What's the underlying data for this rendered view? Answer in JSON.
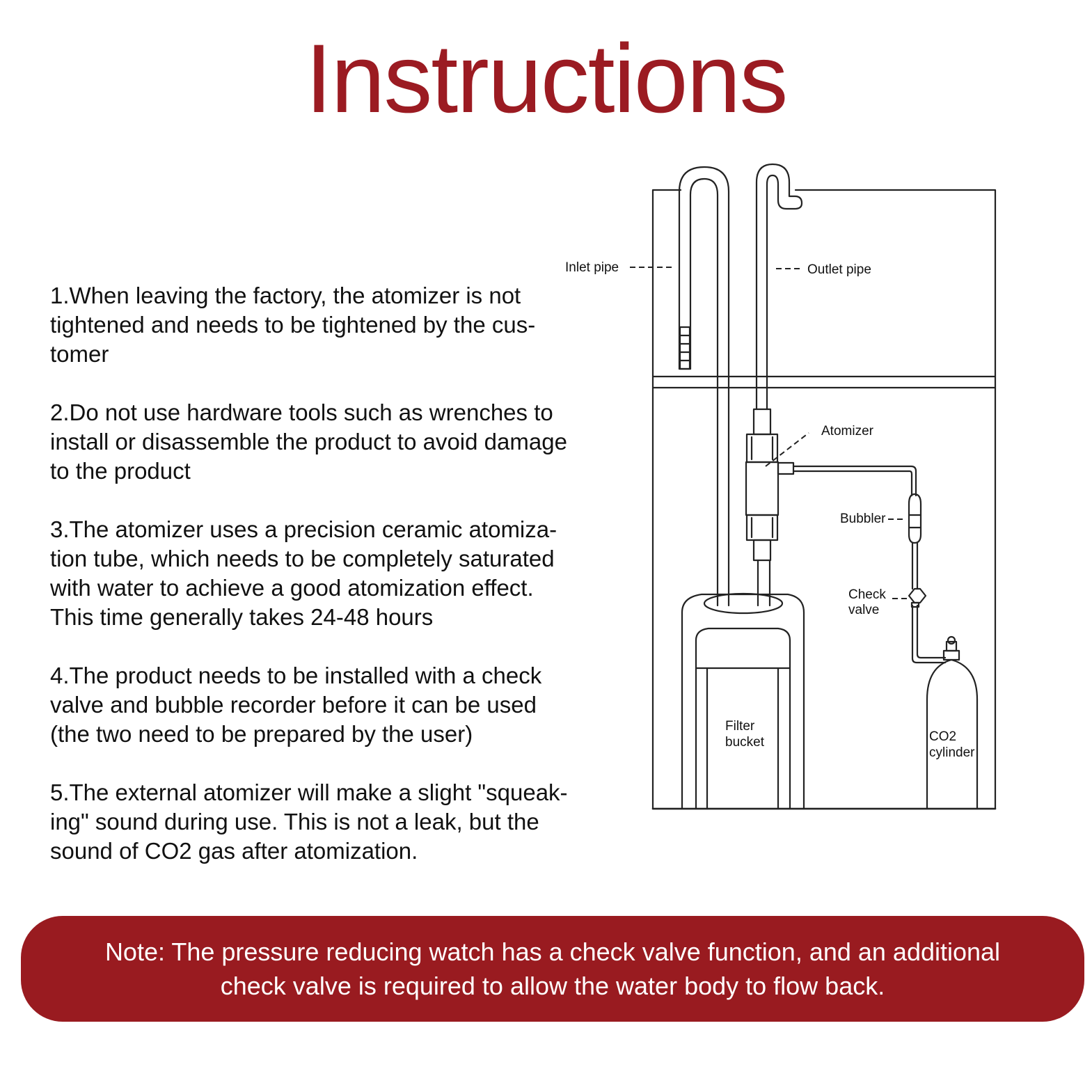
{
  "title": "Instructions",
  "colors": {
    "accent": "#9b1b22",
    "note_background": "#991b20",
    "note_text": "#ffffff",
    "body_text": "#111111"
  },
  "steps": [
    "1.When leaving the factory, the atomizer is not\ntightened and needs to be tightened by the cus-\ntomer",
    "2.Do not use hardware tools such as wrenches to\ninstall or disassemble the product to avoid damage\nto the product",
    "3.The atomizer uses a precision ceramic atomiza-\ntion tube, which needs to be completely saturated\nwith water to achieve a good atomization effect.\nThis time generally takes 24-48 hours",
    "4.The product needs to be installed with a check\nvalve and bubble recorder before it can be used\n(the two need to be prepared by the user)",
    "5.The external atomizer will make a slight \"squeak-\ning\" sound during use. This is not a leak, but the\nsound of CO2 gas after atomization."
  ],
  "diagram": {
    "labels": {
      "inlet_pipe": "Inlet pipe",
      "outlet_pipe": "Outlet pipe",
      "atomizer": "Atomizer",
      "bubbler": "Bubbler",
      "check_valve_line1": "Check",
      "check_valve_line2": "valve",
      "filter_bucket_line1": "Filter",
      "filter_bucket_line2": "bucket",
      "co2_cylinder_line1": "CO2",
      "co2_cylinder_line2": "cylinder"
    }
  },
  "note": "Note: The pressure reducing watch has a check valve function, and an additional\ncheck valve is required to allow the water body to flow back."
}
